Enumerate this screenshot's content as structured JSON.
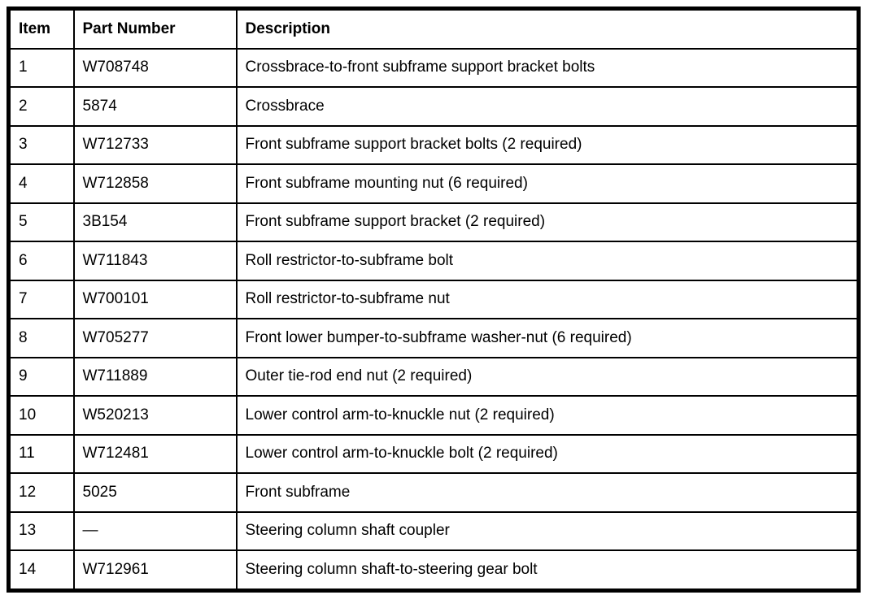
{
  "table": {
    "columns": [
      {
        "key": "item",
        "label": "Item"
      },
      {
        "key": "part_number",
        "label": "Part Number"
      },
      {
        "key": "description",
        "label": "Description"
      }
    ],
    "rows": [
      {
        "item": "1",
        "part_number": "W708748",
        "description": "Crossbrace-to-front subframe support bracket bolts"
      },
      {
        "item": "2",
        "part_number": "5874",
        "description": "Crossbrace"
      },
      {
        "item": "3",
        "part_number": "W712733",
        "description": "Front subframe support bracket bolts (2 required)"
      },
      {
        "item": "4",
        "part_number": "W712858",
        "description": "Front subframe mounting nut (6 required)"
      },
      {
        "item": "5",
        "part_number": "3B154",
        "description": "Front subframe support bracket (2 required)"
      },
      {
        "item": "6",
        "part_number": "W711843",
        "description": "Roll restrictor-to-subframe bolt"
      },
      {
        "item": "7",
        "part_number": "W700101",
        "description": "Roll restrictor-to-subframe nut"
      },
      {
        "item": "8",
        "part_number": "W705277",
        "description": "Front lower bumper-to-subframe washer-nut (6 required)"
      },
      {
        "item": "9",
        "part_number": "W711889",
        "description": "Outer tie-rod end nut (2 required)"
      },
      {
        "item": "10",
        "part_number": "W520213",
        "description": "Lower control arm-to-knuckle nut (2 required)"
      },
      {
        "item": "11",
        "part_number": "W712481",
        "description": "Lower control arm-to-knuckle bolt (2 required)"
      },
      {
        "item": "12",
        "part_number": "5025",
        "description": "Front subframe"
      },
      {
        "item": "13",
        "part_number": "—",
        "description": "Steering column shaft coupler"
      },
      {
        "item": "14",
        "part_number": "W712961",
        "description": "Steering column shaft-to-steering gear bolt"
      }
    ],
    "border_color": "#000000",
    "background_color": "#ffffff"
  }
}
